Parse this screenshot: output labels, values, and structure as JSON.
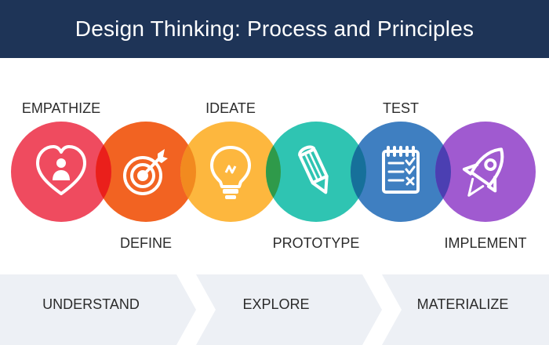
{
  "title": "Design Thinking: Process and Principles",
  "stages": [
    {
      "label": "EMPATHIZE",
      "color": "#ef4b5f",
      "icon": "heart-person-icon"
    },
    {
      "label": "DEFINE",
      "color": "#f26322",
      "icon": "target-arrow-icon"
    },
    {
      "label": "IDEATE",
      "color": "#fdb73e",
      "icon": "lightbulb-icon"
    },
    {
      "label": "PROTOTYPE",
      "color": "#2fc4b2",
      "icon": "pencil-icon"
    },
    {
      "label": "TEST",
      "color": "#3f7fc1",
      "icon": "checklist-icon"
    },
    {
      "label": "IMPLEMENT",
      "color": "#a05ad0",
      "icon": "rocket-icon"
    }
  ],
  "overlap_colors": [
    "#ea1f1b",
    "#f28a1f",
    "#2f9a4a",
    "#16709a",
    "#4b3fb2"
  ],
  "phases": [
    "UNDERSTAND",
    "EXPLORE",
    "MATERIALIZE"
  ],
  "colors": {
    "header_bg": "#1e3457",
    "phase_bar_bg": "#edf0f5",
    "chevron": "#ffffff"
  }
}
